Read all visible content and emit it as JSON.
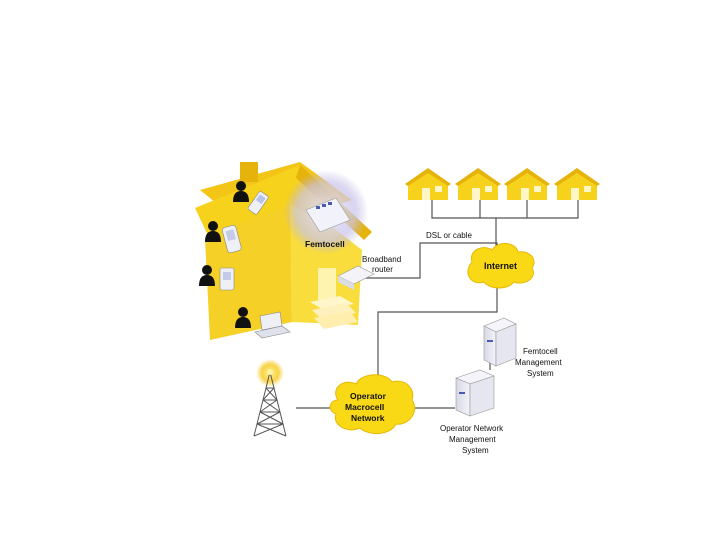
{
  "labels": {
    "femtocell": "Femtocell",
    "broadband_router": [
      "Broadband",
      "router"
    ],
    "dsl_or_cable": "DSL or cable",
    "internet": "Internet",
    "femtocell_mgmt": [
      "Femtocell",
      "Management",
      "System"
    ],
    "operator_macrocell": [
      "Operator",
      "Macrocell",
      "Network"
    ],
    "operator_network_mgmt": [
      "Operator Network",
      "Management",
      "System"
    ]
  },
  "colors": {
    "house_yellow": "#f7d21c",
    "house_shadow": "#e0b20a",
    "cloud_yellow": "#f9d915",
    "glow": "#c9c3ea"
  },
  "icons": {
    "people": "person-silhouette-icon",
    "devices": [
      "phone-icon",
      "pda-icon",
      "mobile-icon",
      "laptop-icon"
    ],
    "tower": "cell-tower-icon",
    "servers": "server-icon"
  }
}
